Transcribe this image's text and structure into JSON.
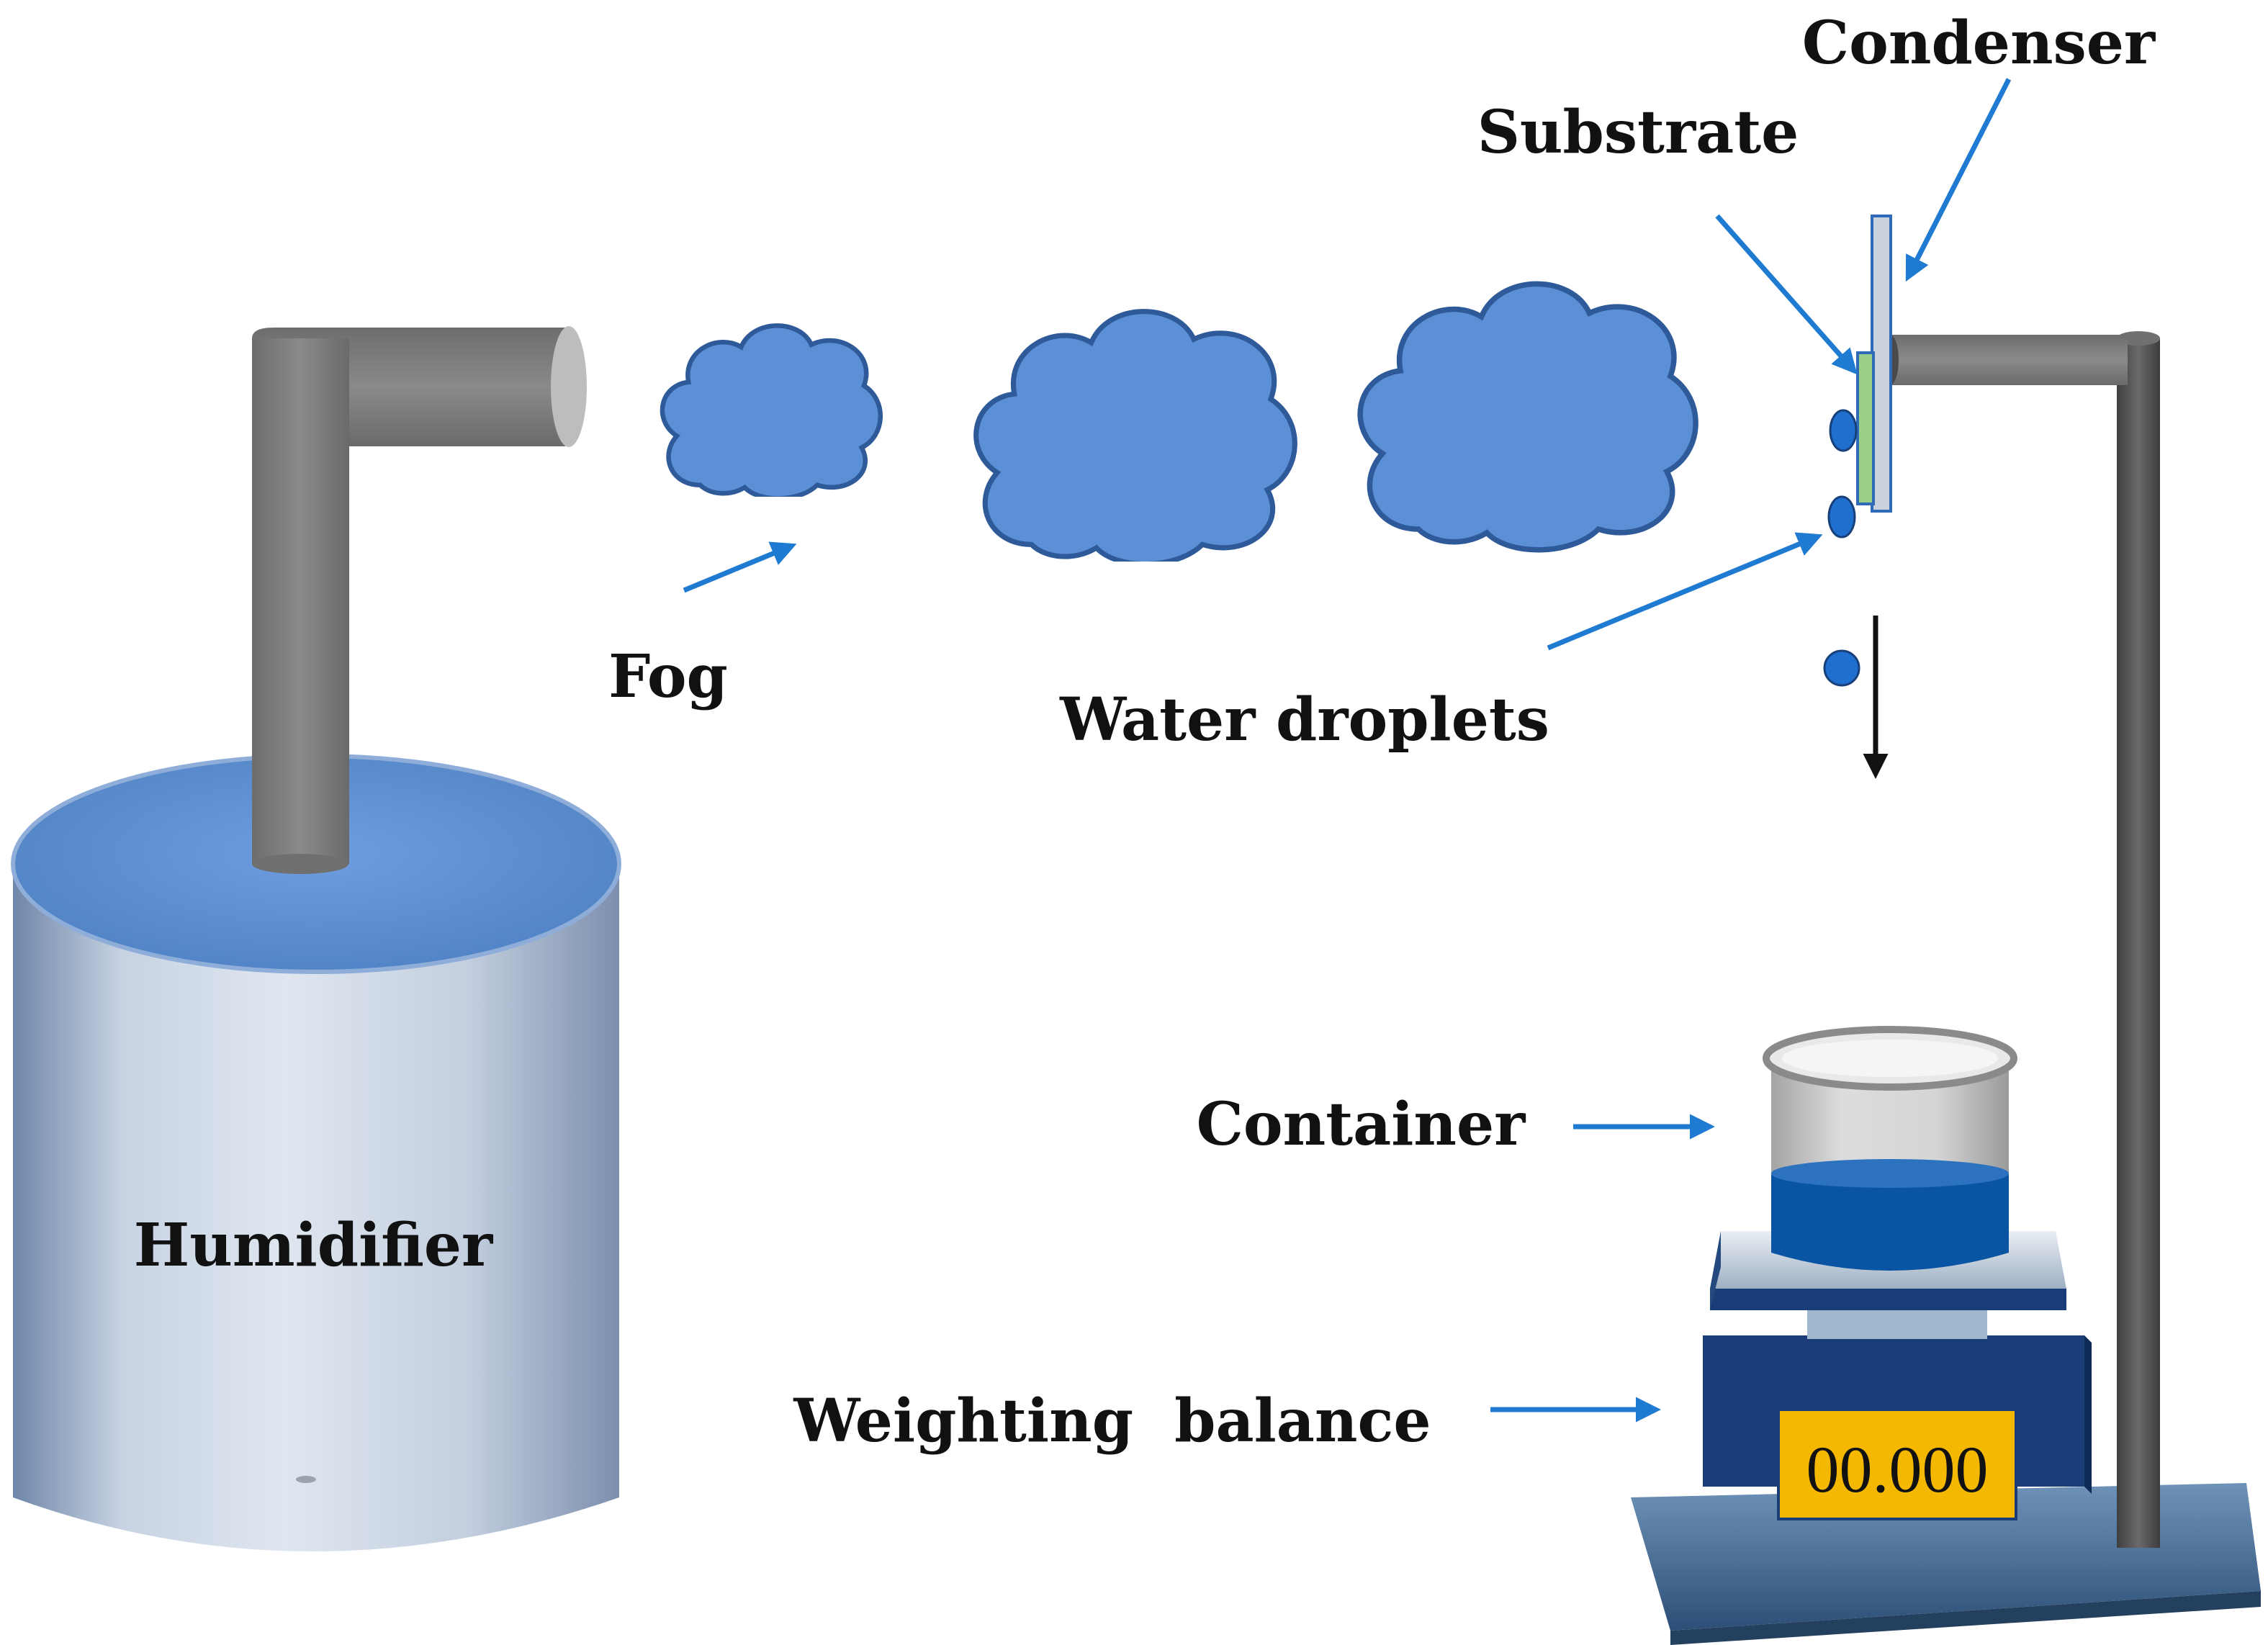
{
  "labels": {
    "condenser": "Condenser",
    "substrate": "Substrate",
    "fog": "Fog",
    "water_droplets": "Water droplets",
    "container": "Container",
    "weighting_balance": "Weighting  balance",
    "humidifier": "Humidifier"
  },
  "balance": {
    "display_value": "00.000"
  },
  "colors": {
    "fog": "#5b8fd6",
    "fog_stroke": "#2f5a9a",
    "arrow": "#1f7ad1",
    "pipe": "#7a7a7a",
    "stand": "#555555",
    "water": "#0a55a3",
    "balance_body": "#1a3d78",
    "display": "#f5b800",
    "humidifier_top": "#5f93d4"
  }
}
